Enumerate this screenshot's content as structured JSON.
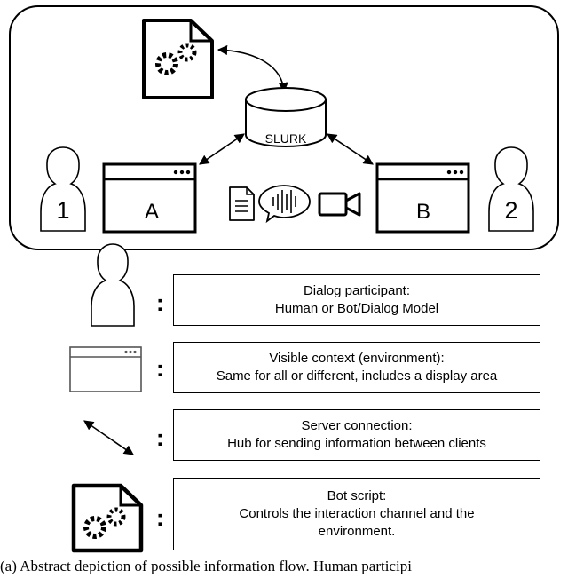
{
  "diagram": {
    "server_label": "SLURK",
    "participant_1_number": "1",
    "participant_2_number": "2",
    "window_a_label": "A",
    "window_b_label": "B",
    "media_icons": [
      "document-icon",
      "speech-audio-icon",
      "video-camera-icon"
    ]
  },
  "legend": [
    {
      "name": "participant",
      "title": "Dialog participant:",
      "lines": [
        "Human or Bot/Dialog Model"
      ]
    },
    {
      "name": "context",
      "title": "Visible context (environment):",
      "lines": [
        "Same for all or different, includes a display area"
      ]
    },
    {
      "name": "connection",
      "title": "Server connection:",
      "lines": [
        "Hub for sending information between clients"
      ]
    },
    {
      "name": "bot",
      "title": "Bot script:",
      "lines": [
        "Controls the interaction channel and the",
        "environment."
      ]
    }
  ],
  "legend_separator": ":",
  "caption": "(a) Abstract depiction of possible information flow. Human participi"
}
